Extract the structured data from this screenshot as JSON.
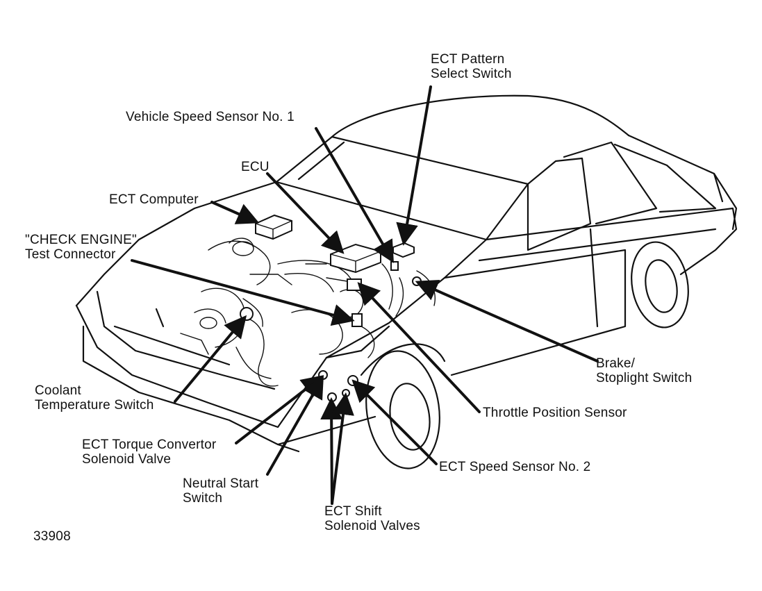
{
  "figure_id": "33908",
  "labels": {
    "ect_pattern_select_switch": [
      "ECT Pattern",
      "Select Switch"
    ],
    "vehicle_speed_sensor_1": [
      "Vehicle Speed Sensor No. 1"
    ],
    "ecu": [
      "ECU"
    ],
    "ect_computer": [
      "ECT Computer"
    ],
    "check_engine_connector": [
      "\"CHECK ENGINE\"",
      "Test Connector"
    ],
    "coolant_temperature_switch": [
      "Coolant",
      "Temperature Switch"
    ],
    "brake_stoplight_switch": [
      "Brake/",
      "Stoplight Switch"
    ],
    "throttle_position_sensor": [
      "Throttle Position Sensor"
    ],
    "ect_torque_convertor_valve": [
      "ECT Torque Convertor",
      "Solenoid Valve"
    ],
    "ect_speed_sensor_2": [
      "ECT Speed Sensor No. 2"
    ],
    "neutral_start_switch": [
      "Neutral Start",
      "Switch"
    ],
    "ect_shift_solenoid_valves": [
      "ECT Shift",
      "Solenoid Valves"
    ]
  }
}
